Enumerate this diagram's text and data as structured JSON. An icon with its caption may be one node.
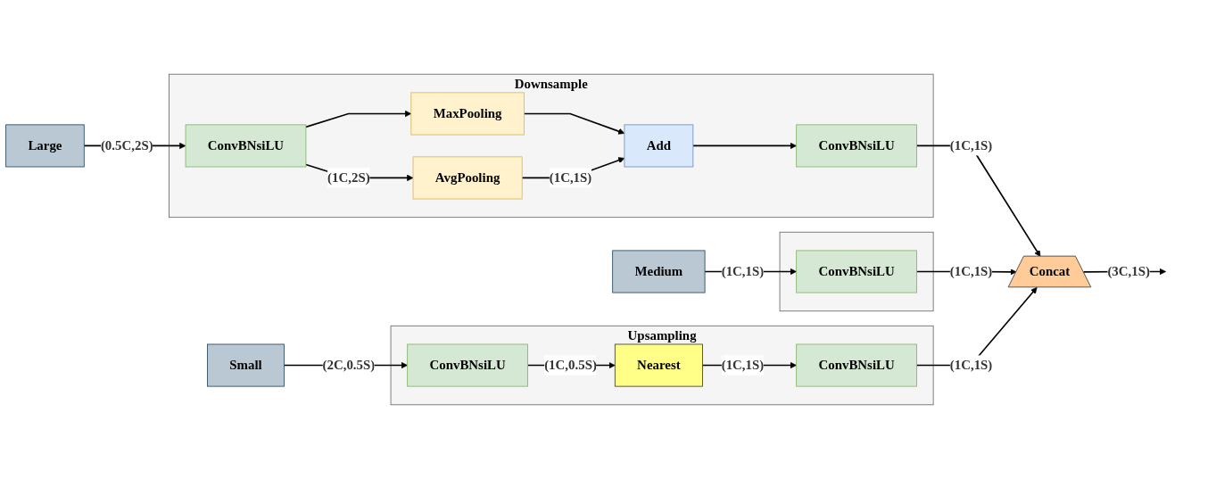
{
  "diagram": {
    "nodes": [
      {
        "text": [
          "Large"
        ]
      },
      {
        "text": [
          "Downsample"
        ]
      },
      {
        "text": [
          "ConvBNsiLU"
        ],
        "in": 1
      },
      {
        "text": [
          "MaxPooling"
        ],
        "in": 1
      },
      {
        "text": [
          "AvgPooling"
        ],
        "in": 1
      },
      {
        "text": [
          "Add"
        ],
        "in": 1
      },
      {
        "text": [
          "ConvBNsiLU"
        ],
        "in": 1
      },
      {
        "text": [
          "Medium"
        ]
      },
      {
        "text": [],
        "shape": "box"
      },
      {
        "text": [
          "ConvBNsiLU"
        ],
        "in": 8
      },
      {
        "text": [
          "Small"
        ]
      },
      {
        "text": [
          "Upsampling"
        ]
      },
      {
        "text": [
          "ConvBNsiLU"
        ],
        "in": 11
      },
      {
        "text": [
          "Nearest"
        ],
        "in": 11
      },
      {
        "text": [
          "ConvBNsiLU"
        ],
        "in": 11
      },
      {
        "text": [
          "Concat"
        ]
      }
    ],
    "edges": [
      {
        "from": 0,
        "to": 2,
        "arrow": "to",
        "label": "(0.5C,2S)"
      },
      {
        "from": 2,
        "to": 3,
        "arrow": "to"
      },
      {
        "from": 2,
        "to": 4,
        "arrow": "to",
        "label": "(1C,2S)"
      },
      {
        "from": 3,
        "to": 5,
        "arrow": "to"
      },
      {
        "from": 4,
        "to": 5,
        "arrow": "to",
        "label": "(1C,1S)"
      },
      {
        "from": 5,
        "to": 6,
        "arrow": "to"
      },
      {
        "from": 6,
        "to": 15,
        "arrow": "to",
        "label": "(1C,1S)"
      },
      {
        "from": 7,
        "to": 9,
        "arrow": "to",
        "label": "(1C,1S)"
      },
      {
        "from": 9,
        "to": 15,
        "arrow": "to",
        "label": "(1C,1S)"
      },
      {
        "from": 10,
        "to": 12,
        "arrow": "to",
        "label": "(2C,0.5S)"
      },
      {
        "from": 12,
        "to": 13,
        "arrow": "to",
        "label": "(1C,0.5S)"
      },
      {
        "from": 13,
        "to": 14,
        "arrow": "to",
        "label": "(1C,1S)"
      },
      {
        "from": 14,
        "to": 15,
        "arrow": "to",
        "label": "(1C,1S)"
      },
      {
        "from": 15,
        "to": null,
        "arrow": "to",
        "label": "(3C,1S)"
      }
    ]
  }
}
